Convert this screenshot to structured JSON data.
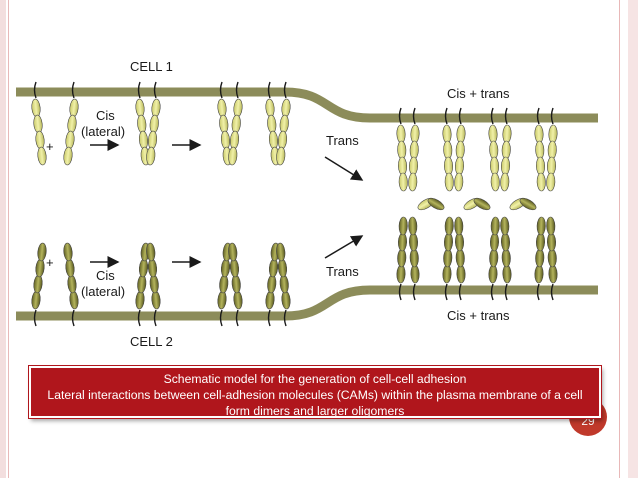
{
  "diagram": {
    "cell1_label": "CELL 1",
    "cell2_label": "CELL 2",
    "cis_top_line1": "Cis",
    "cis_top_line2": "(lateral)",
    "cis_bottom_line1": "Cis",
    "cis_bottom_line2": "(lateral)",
    "plus_top": "+",
    "plus_bottom": "+",
    "trans_top": "Trans",
    "trans_bottom": "Trans",
    "cis_trans_top": "Cis + trans",
    "cis_trans_bottom": "Cis + trans"
  },
  "colors": {
    "membrane": "#8c8c5a",
    "molecule_light": "#e0e08a",
    "molecule_dark": "#8a8a3a",
    "caption_bg": "#b0161c"
  },
  "caption": {
    "line1": "Schematic model for the generation of cell-cell adhesion",
    "line2": "Lateral interactions between cell-adhesion molecules (CAMs) within the plasma membrane of a cell",
    "line3": "form dimers and larger oligomers"
  },
  "page_number": "29"
}
